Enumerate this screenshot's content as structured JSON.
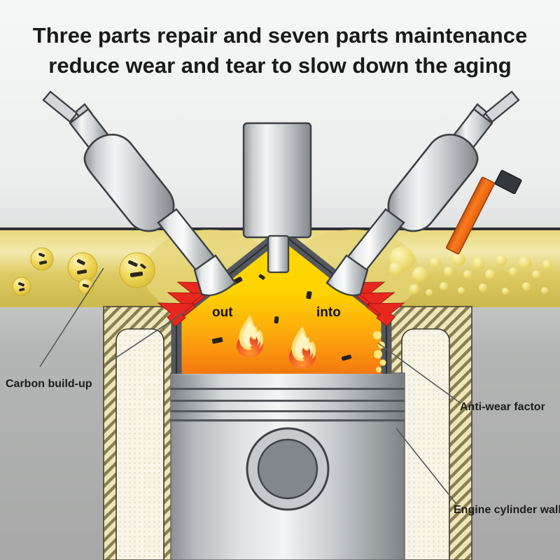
{
  "image": {
    "kind": "engine-combustion-chamber-cutaway-diagram",
    "background_top_color": "#f2f3f3",
    "background_bottom_color": "#a9aaa9"
  },
  "title": {
    "line1": "Three parts repair and seven parts maintenance",
    "line2": "reduce wear and tear to slow down the aging",
    "color": "#1a1a1a"
  },
  "chamber": {
    "flow_out_label": "out",
    "flow_into_label": "into",
    "gas_color_top": "#ffd500",
    "gas_color_bottom": "#f47b10",
    "wall_color": "#54585e",
    "arrow_color": "#e8281e",
    "flame_count": 2,
    "soot_fleck_count": 7
  },
  "labels": {
    "carbon": "Carbon build-up",
    "antiwear": "Anti-wear factor",
    "cylinder": "Engine cylinder wall",
    "leader_color": "#565a5e"
  },
  "parts": {
    "valve_left": "exhaust-valve",
    "valve_right": "intake-valve",
    "injector": "fuel-injector",
    "piston": "piston",
    "piston_rings": 3,
    "wrist_pin": "wrist-pin-bore",
    "additive_rod": "anti-wear-additive-rod",
    "additive_rod_color": "#f0671c",
    "additive_rod_tip_color": "#34383d"
  },
  "oil_band": {
    "color_light": "#f0e69a",
    "color_mid": "#d9c659",
    "carbon_drop_count": 5,
    "bubble_count": 22
  },
  "cylinder_wall": {
    "hatch_color": "#8d8154",
    "fill_color": "#efe6bd",
    "coolant_color": "#f7f4e6"
  }
}
